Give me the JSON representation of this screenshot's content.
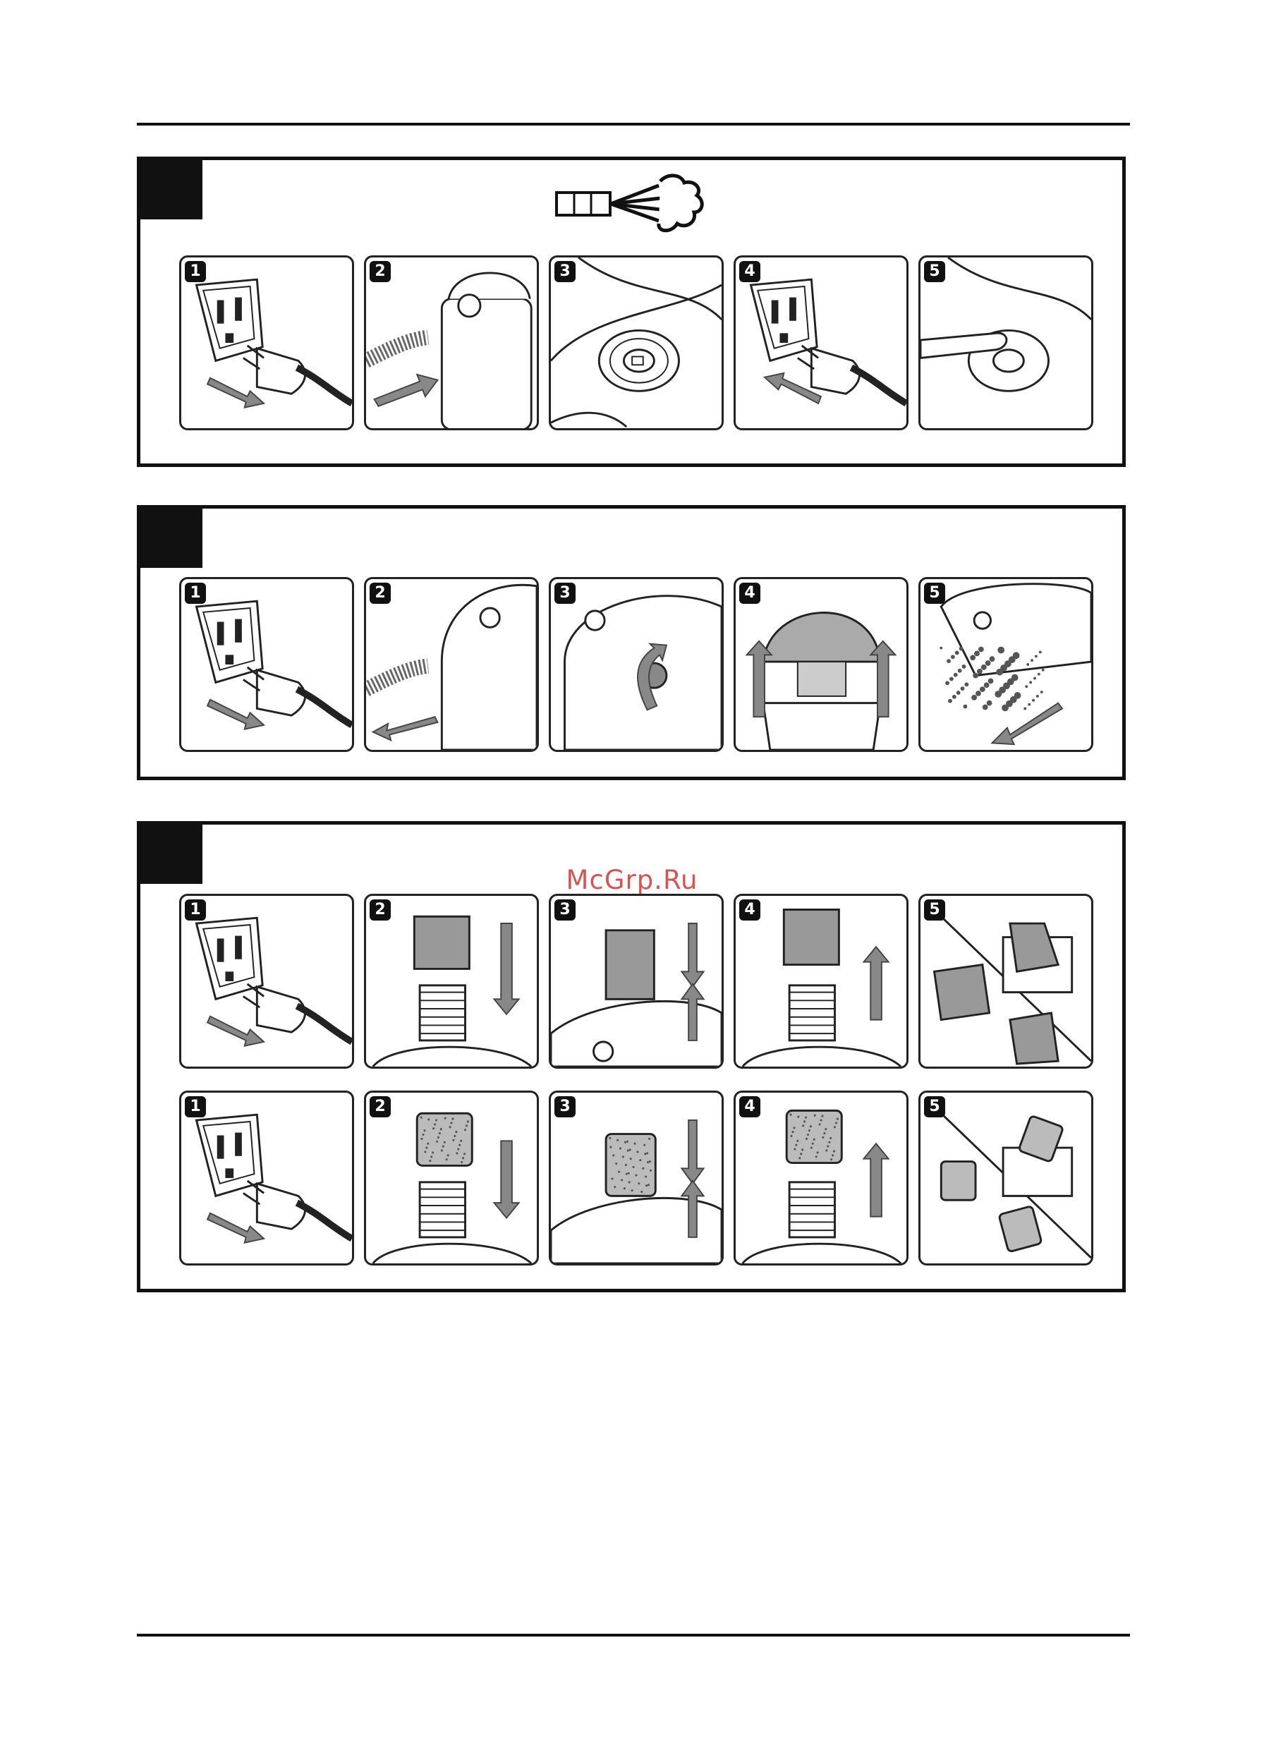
{
  "watermark": "McGrp.Ru",
  "icons": {
    "blow_mode": "filter-with-airflow-icon"
  },
  "sections": [
    {
      "name": "blower-setup",
      "steps": [
        "1",
        "2",
        "3",
        "4",
        "5"
      ],
      "step_icons": [
        "unplug-icon",
        "hose-insert-icon",
        "power-switch-icon",
        "plug-in-icon",
        "press-switch-icon"
      ]
    },
    {
      "name": "emptying-tank",
      "steps": [
        "1",
        "2",
        "3",
        "4",
        "5"
      ],
      "step_icons": [
        "unplug-icon",
        "hose-remove-icon",
        "unlatch-icon",
        "lift-head-icon",
        "empty-debris-icon"
      ]
    },
    {
      "name": "filter-cleaning",
      "rows": [
        {
          "steps": [
            "1",
            "2",
            "3",
            "4",
            "5"
          ],
          "step_icons": [
            "unplug-icon",
            "bag-filter-install-icon",
            "bag-filter-seat-icon",
            "bag-filter-remove-icon",
            "bag-filter-wash-icon"
          ]
        },
        {
          "steps": [
            "1",
            "2",
            "3",
            "4",
            "5"
          ],
          "step_icons": [
            "unplug-icon",
            "foam-filter-install-icon",
            "foam-filter-seat-icon",
            "foam-filter-remove-icon",
            "foam-filter-wash-icon"
          ]
        }
      ]
    }
  ]
}
